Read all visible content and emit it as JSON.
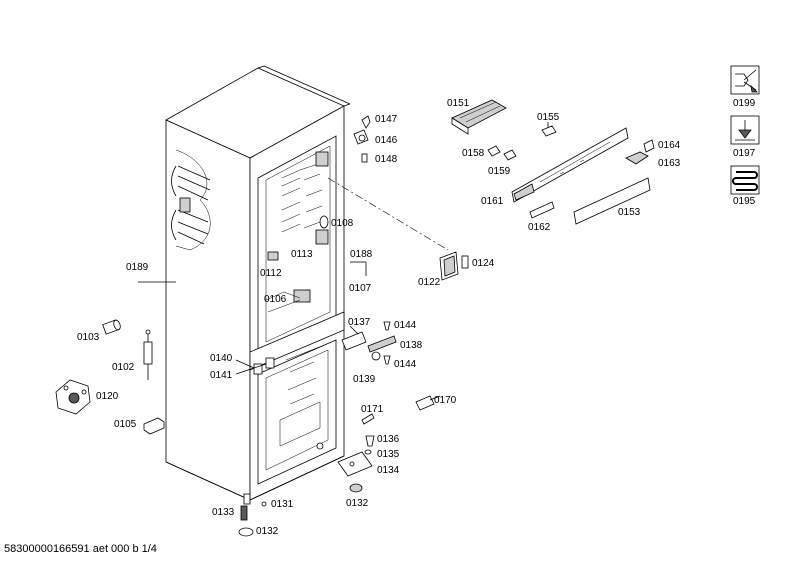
{
  "diagram": {
    "footer_text": "58300000166591 aet 000 b 1/4",
    "parts": {
      "p0103": "0103",
      "p0102": "0102",
      "p0120": "0120",
      "p0105": "0105",
      "p0189": "0189",
      "p0147": "0147",
      "p0146": "0146",
      "p0148": "0148",
      "p0108": "0108",
      "p0113": "0113",
      "p0112": "0112",
      "p0188": "0188",
      "p0106": "0106",
      "p0107": "0107",
      "p0140": "0140",
      "p0141": "0141",
      "p0133": "0133",
      "p0131": "0131",
      "p0132a": "0132",
      "p0132b": "0132",
      "p0151": "0151",
      "p0155": "0155",
      "p0158": "0158",
      "p0159": "0159",
      "p0161": "0161",
      "p0162": "0162",
      "p0153": "0153",
      "p0164": "0164",
      "p0163": "0163",
      "p0122": "0122",
      "p0124": "0124",
      "p0137": "0137",
      "p0144a": "0144",
      "p0138": "0138",
      "p0139": "0139",
      "p0144b": "0144",
      "p0171": "0171",
      "p0170": "0170",
      "p0136": "0136",
      "p0135": "0135",
      "p0134": "0134",
      "p0199": "0199",
      "p0197": "0197",
      "p0195": "0195"
    }
  }
}
